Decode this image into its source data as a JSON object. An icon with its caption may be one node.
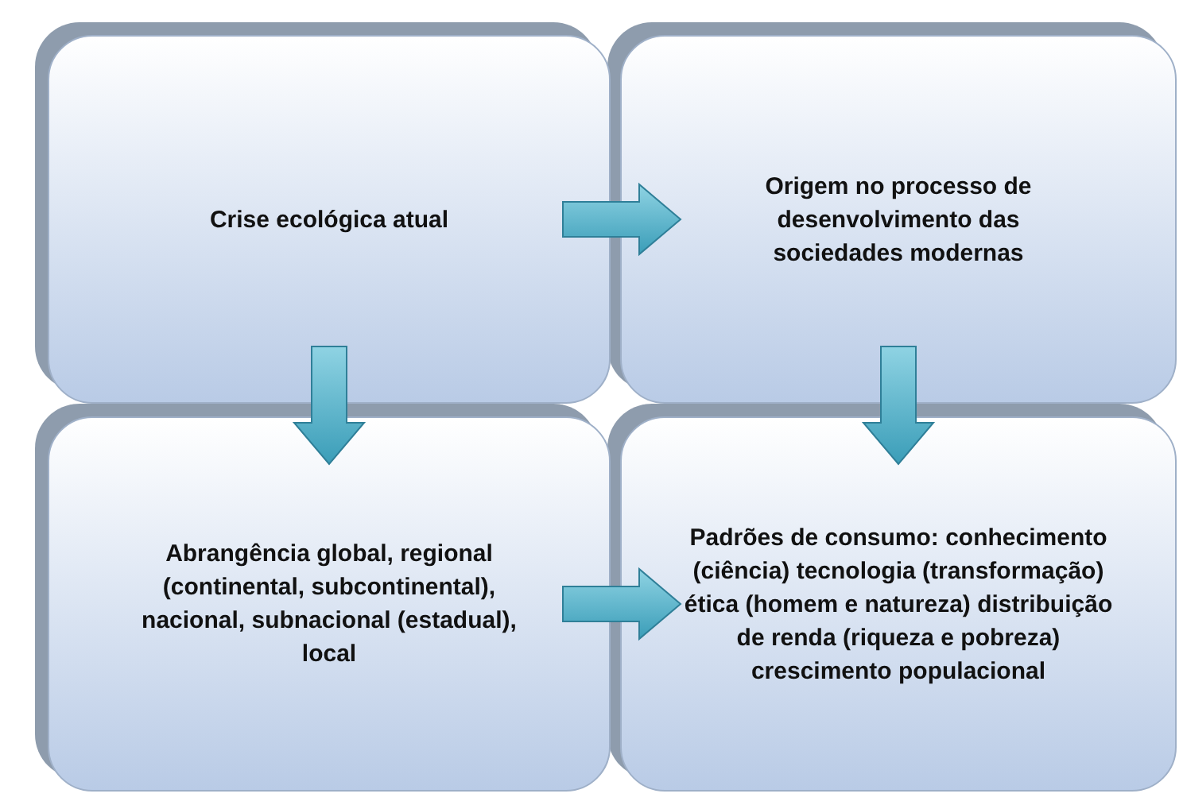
{
  "diagram": {
    "nodes": [
      {
        "text": [
          "Crise ecológica atual"
        ]
      },
      {
        "text": [
          "Origem no processo de desenvolvimento das sociedades modernas"
        ]
      },
      {
        "text": [
          "Abrangência global, regional (continental, subcontinental), nacional, subnacional (estadual), local"
        ]
      },
      {
        "text": [
          "Padrões de consumo: conhecimento (ciência) tecnologia (transformação) ética (homem e natureza) distribuição de renda (riqueza e pobreza) crescimento populacional"
        ]
      }
    ],
    "edges": [
      {
        "from": 0,
        "to": 1,
        "arrow": "to"
      },
      {
        "from": 0,
        "to": 2,
        "arrow": "to"
      },
      {
        "from": 1,
        "to": 3,
        "arrow": "to"
      },
      {
        "from": 2,
        "to": 3,
        "arrow": "to"
      }
    ]
  }
}
